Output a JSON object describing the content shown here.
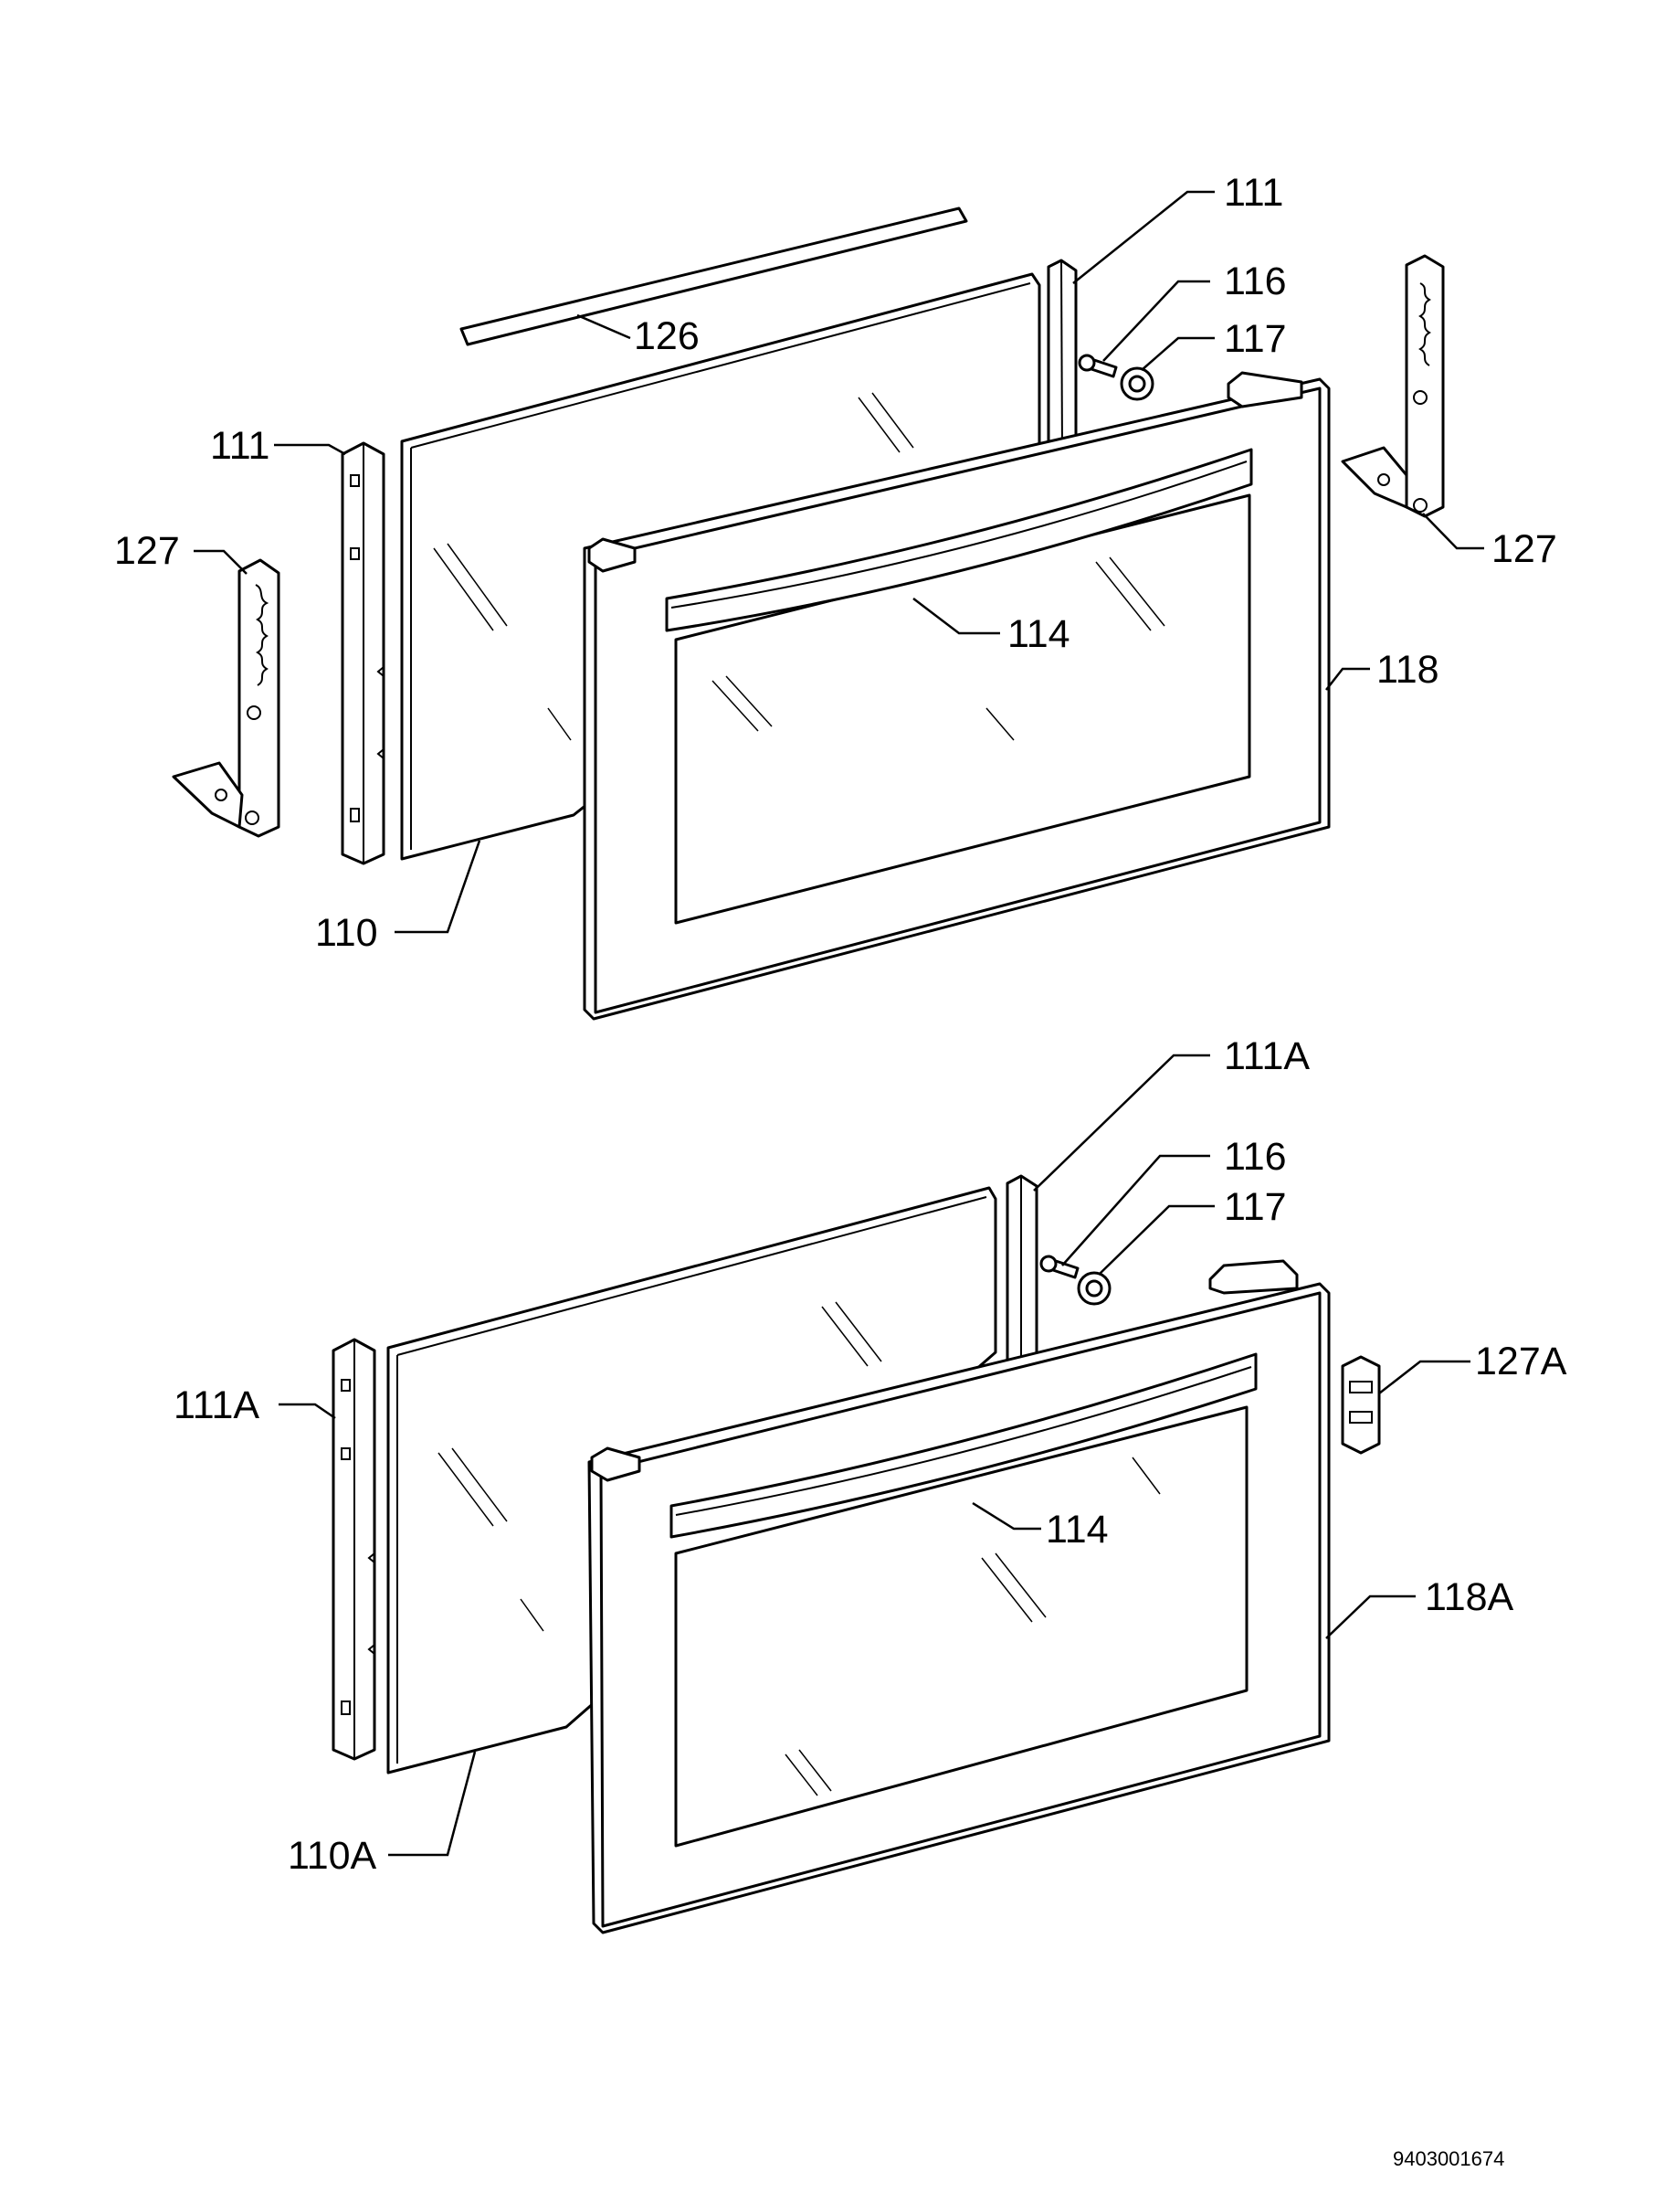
{
  "diagram": {
    "upper_assembly": {
      "labels": {
        "p111_right": "111",
        "p116": "116",
        "p117": "117",
        "p126": "126",
        "p111_left": "111",
        "p127_left": "127",
        "p127_right": "127",
        "p114": "114",
        "p118": "118",
        "p110": "110"
      }
    },
    "lower_assembly": {
      "labels": {
        "p111A_right": "111A",
        "p116": "116",
        "p117": "117",
        "p127A": "127A",
        "p111A_left": "111A",
        "p114": "114",
        "p118A": "118A",
        "p110A": "110A"
      }
    },
    "document_id": "9403001674"
  }
}
